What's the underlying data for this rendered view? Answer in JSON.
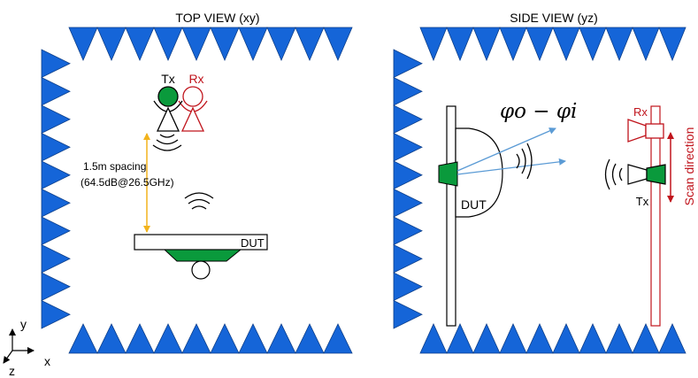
{
  "top_view": {
    "title": "TOP VIEW (xy)",
    "tx_label": "Tx",
    "rx_label": "Rx",
    "spacing_line1": "1.5m spacing",
    "spacing_line2": "(64.5dB@26.5GHz)",
    "dut_label": "DUT"
  },
  "side_view": {
    "title": "SIDE VIEW (yz)",
    "angle_label": "φo − φi",
    "dut_label": "DUT",
    "rx_label": "Rx",
    "tx_label": "Tx",
    "scan_label": "Scan direction"
  },
  "axes": {
    "y": "y",
    "x": "x",
    "z": "z"
  },
  "colors": {
    "absorber": "#1565d8",
    "green": "#0a9a3c",
    "red": "#c0141c",
    "spacing_arrow": "#f2b31c",
    "beam_arrow": "#5b9bd5"
  }
}
